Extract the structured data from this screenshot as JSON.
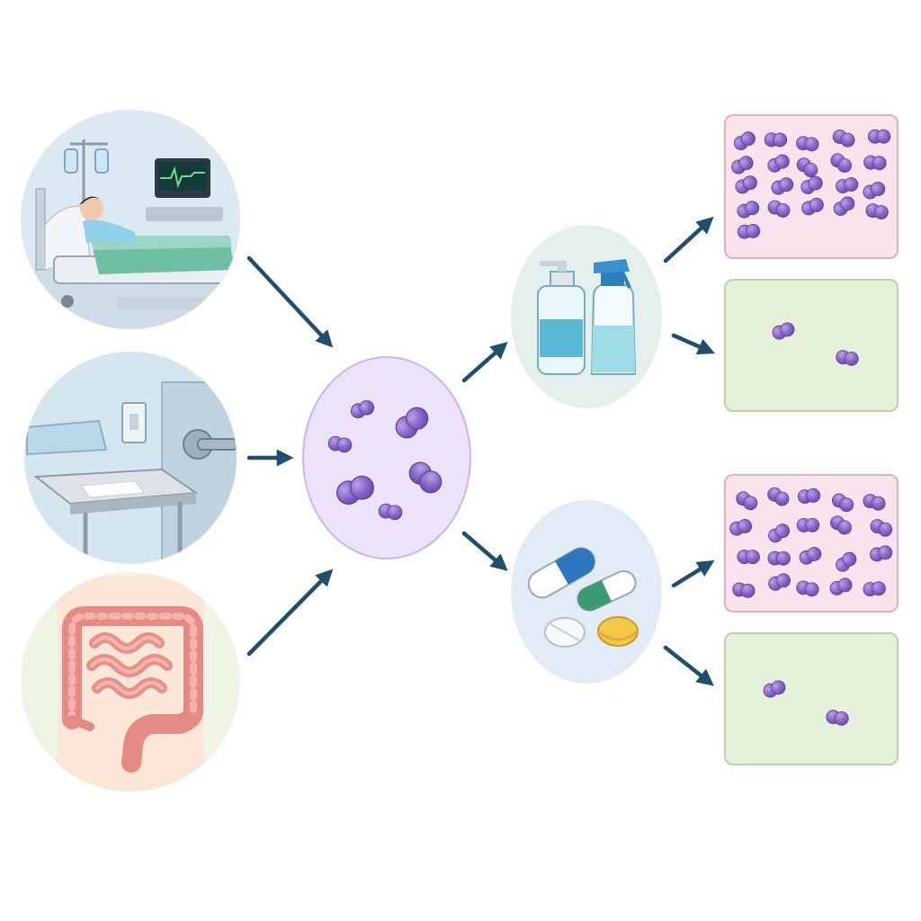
{
  "diagram": {
    "type": "flow",
    "sources": [
      {
        "id": "hospital-patient",
        "icon": "hospital-bed-patient-icon"
      },
      {
        "id": "hospital-surfaces",
        "icon": "hospital-room-surfaces-icon"
      },
      {
        "id": "gut",
        "icon": "intestines-icon"
      }
    ],
    "hub": {
      "id": "bacteria-cluster",
      "icon": "bacteria-cluster-icon"
    },
    "interventions": [
      {
        "id": "disinfectants",
        "icon": "disinfectant-bottles-icon",
        "outcomes": [
          {
            "id": "high-bacteria",
            "bacteria_count": 21,
            "color": "#f9e4ee"
          },
          {
            "id": "low-bacteria",
            "bacteria_count": 2,
            "color": "#e6f1dc"
          }
        ]
      },
      {
        "id": "medications",
        "icon": "pills-capsules-icon",
        "outcomes": [
          {
            "id": "high-bacteria",
            "bacteria_count": 20,
            "color": "#f9e4ee"
          },
          {
            "id": "low-bacteria",
            "bacteria_count": 2,
            "color": "#e6f1dc"
          }
        ]
      }
    ],
    "colors": {
      "arrow": "#1f4e6e",
      "bacteria": "#8b6cc9",
      "hub_fill": "#ece3f8",
      "hub_stroke": "#c9b6ec",
      "resistant_box": "#f9e4ee",
      "resistant_stroke": "#e2aec5",
      "susceptible_box": "#e6f1dc",
      "susceptible_stroke": "#b9d4a4"
    }
  }
}
